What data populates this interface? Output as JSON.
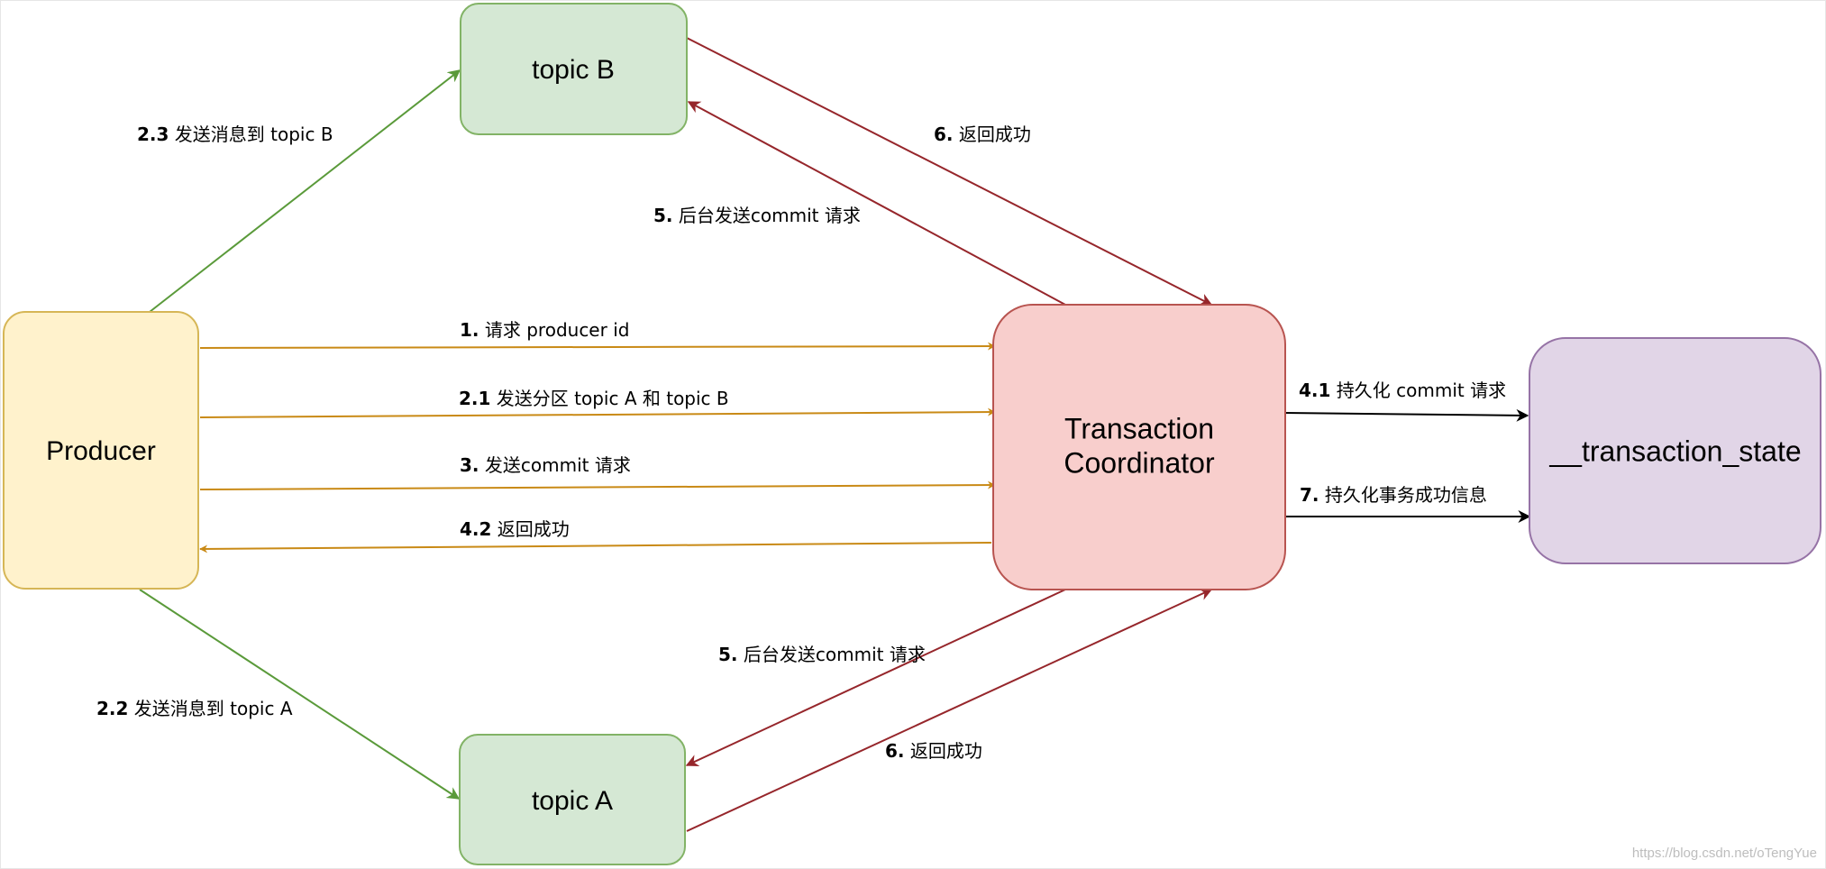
{
  "nodes": {
    "producer": {
      "label": "Producer",
      "fill": "#fff2cc",
      "stroke": "#d6b656"
    },
    "topic_b": {
      "label": "topic B",
      "fill": "#d5e8d4",
      "stroke": "#82b366"
    },
    "topic_a": {
      "label": "topic A",
      "fill": "#d5e8d4",
      "stroke": "#82b366"
    },
    "coordinator": {
      "label_line1": "Transaction",
      "label_line2": "Coordinator",
      "fill": "#f8cecc",
      "stroke": "#b85450"
    },
    "state": {
      "label": "__transaction_state",
      "fill": "#e1d5e7",
      "stroke": "#9673a6"
    }
  },
  "edges": {
    "e1": {
      "num": "1.",
      "text": " 请求 producer id"
    },
    "e21": {
      "num": "2.1",
      "text": " 发送分区 topic A 和 topic B"
    },
    "e3": {
      "num": "3.",
      "text": " 发送commit 请求"
    },
    "e42": {
      "num": "4.2",
      "text": " 返回成功"
    },
    "e23": {
      "num": "2.3",
      "text": "  发送消息到 topic B"
    },
    "e22": {
      "num": "2.2",
      "text": "  发送消息到 topic A"
    },
    "e5_top": {
      "num": "5.",
      "text": " 后台发送commit 请求"
    },
    "e6_top": {
      "num": "6.",
      "text": " 返回成功"
    },
    "e5_bottom": {
      "num": "5.",
      "text": " 后台发送commit 请求"
    },
    "e6_bottom": {
      "num": "6.",
      "text": " 返回成功"
    },
    "e41": {
      "num": "4.1",
      "text": " 持久化 commit 请求"
    },
    "e7": {
      "num": "7.",
      "text": "  持久化事务成功信息"
    }
  },
  "colors": {
    "orange_edge": "#c98a16",
    "green_edge": "#5a9a3a",
    "red_edge": "#96262b",
    "black_edge": "#000000"
  },
  "watermark": "https://blog.csdn.net/oTengYue"
}
